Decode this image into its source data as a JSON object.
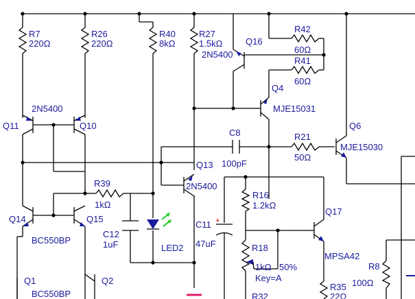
{
  "labels": {
    "r7_name": "R7",
    "r7_val": "220Ω",
    "r26_name": "R26",
    "r26_val": "220Ω",
    "r40_name": "R40",
    "r40_val": "8kΩ",
    "r27_name": "R27",
    "r27_val": "1.5kΩ",
    "q16_name": "Q16",
    "q16_type": "2N5400",
    "r42_name": "R42",
    "r42_val": "60Ω",
    "r41_name": "R41",
    "r41_val": "60Ω",
    "q4_name": "Q4",
    "q4_type": "MJE15031",
    "q11_q10_type": "2N5400",
    "q11_name": "Q11",
    "q10_name": "Q10",
    "c8_name": "C8",
    "c8_val": "100pF",
    "r21_name": "R21",
    "r21_val": "50Ω",
    "q6_name": "Q6",
    "q6_type": "MJE15030",
    "q13_name": "Q13",
    "q13_type": "2N5400",
    "r39_name": "R39",
    "r39_val": "1kΩ",
    "r16_name": "R16",
    "r16_val": "1.2kΩ",
    "q17_name": "Q17",
    "q17_type": "MPSA42",
    "q14_name": "Q14",
    "q15_name": "Q15",
    "q14_q15_type": "BC550BP",
    "c12_name": "C12",
    "c12_val": "1uF",
    "led_name": "LED2",
    "c11_name": "C11",
    "c11_val": "47uF",
    "r18_name": "R18",
    "r18_val": "1kΩ",
    "r18_pct": "50%",
    "r18_key": "Key=A",
    "r8_name": "R8",
    "r8_val": "100Ω",
    "q1_name": "Q1",
    "q1_type": "BC550BP",
    "q2_name": "Q2",
    "r35_name": "R35",
    "r35_val": "22Ω",
    "r32_name": "R32"
  }
}
